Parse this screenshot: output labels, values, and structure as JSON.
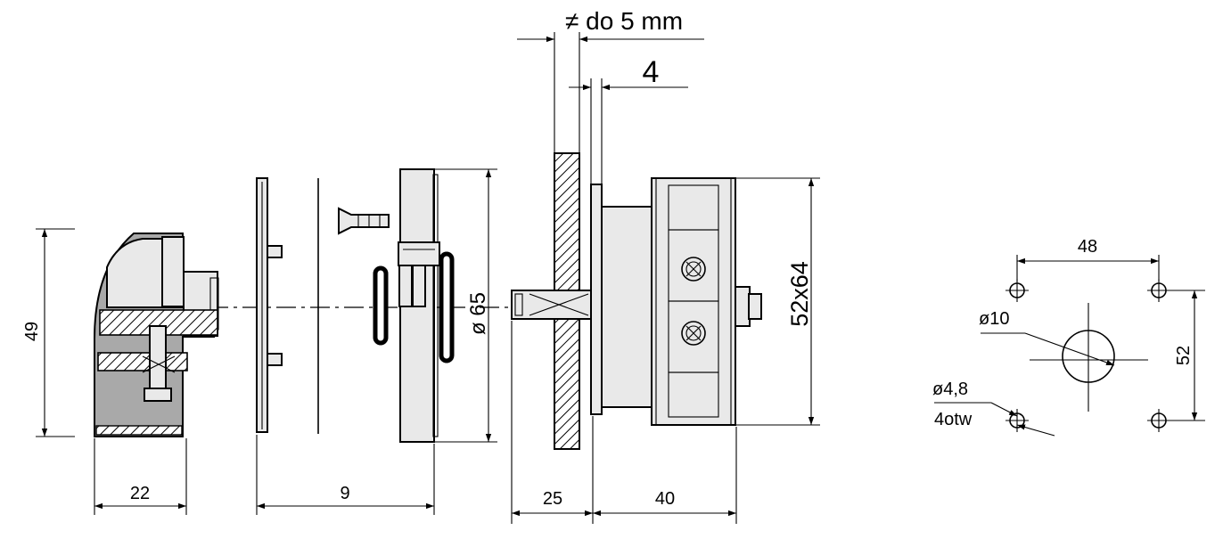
{
  "colors": {
    "line": "#000000",
    "part_fill": "#e9e9e9",
    "part_dark": "#a9a9a9",
    "background": "#ffffff"
  },
  "labels": {
    "panel_thickness": "≠ do 5 mm",
    "plate_thickness": "4",
    "handle_height": "49",
    "handle_depth": "22",
    "front_spacing": "9",
    "flange_diameter": "ø 65",
    "body_size": "52x64",
    "shaft_length": "25",
    "body_depth": "40",
    "hole_spacing_h": "48",
    "hole_spacing_v": "52",
    "center_hole": "ø10",
    "mount_hole": "ø4,8",
    "mount_hole_count": "4otw"
  }
}
